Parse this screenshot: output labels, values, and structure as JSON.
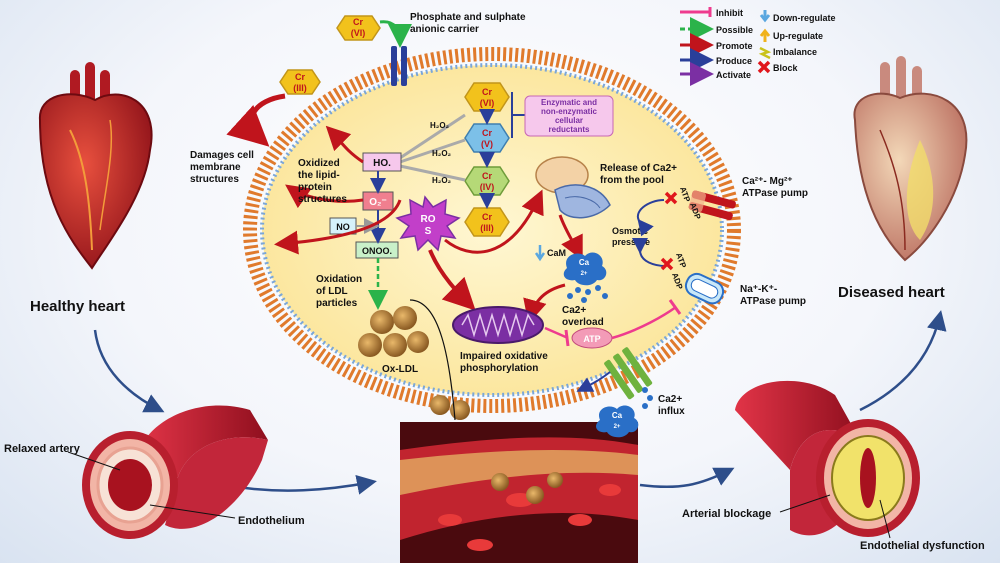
{
  "legend": {
    "inhibit": "Inhibit",
    "possible": "Possible",
    "promote": "Promote",
    "produce": "Produce",
    "activate": "Activate",
    "down_regulate": "Down-regulate",
    "up_regulate": "Up-regulate",
    "imbalance": "Imbalance",
    "block": "Block"
  },
  "labels": {
    "healthy_heart": "Healthy heart",
    "diseased_heart": "Diseased heart",
    "relaxed_artery": "Relaxed artery",
    "endothelium": "Endothelium",
    "arterial_blockage": "Arterial blockage",
    "endothelial_dysfunction": "Endothelial dysfunction",
    "phosphate_carrier": [
      "Phosphate and sulphate",
      "anionic carrier"
    ],
    "damages_membrane": [
      "Damages cell",
      "membrane",
      "structures"
    ],
    "oxidized_lipid": [
      "Oxidized",
      "the lipid-",
      "protein",
      "structures"
    ],
    "oxidation_ldl": [
      "Oxidation",
      "of LDL",
      "particles"
    ],
    "ox_ldl": "Ox-LDL",
    "enzymatic_reductants": [
      "Enzymatic and",
      "non-enzymatic",
      "cellular",
      "reductants"
    ],
    "release_ca": [
      "Release of Ca2+",
      "from the pool"
    ],
    "ca_mg_pump": [
      "Ca²⁺- Mg²⁺",
      "ATPase pump"
    ],
    "na_k_pump": [
      "Na⁺-K⁺-",
      "ATPase pump"
    ],
    "osmotic_pressure": [
      "Osmotic",
      "pressure"
    ],
    "cam": "CaM",
    "ca_overload": [
      "Ca2+",
      "overload"
    ],
    "impaired_ox": [
      "Impaired oxidative",
      "phosphorylation"
    ],
    "atp": "ATP",
    "adp": "ADP",
    "ca_influx": [
      "Ca2+",
      "influx"
    ],
    "ca_ion": "Ca",
    "ca_charge": "2+",
    "ho": "HO.",
    "o2": "O₂⁻",
    "no": "NO",
    "onoo": "ONOO.",
    "ros": [
      "RO",
      "S"
    ],
    "h2o2": "H₂O₂",
    "cr": "Cr",
    "cr_vi": "(VI)",
    "cr_v": "(V)",
    "cr_iv": "(IV)",
    "cr_iii": "(III)"
  },
  "colors": {
    "inhibit": "#ee3b8e",
    "possible": "#2bb34a",
    "promote": "#c0141c",
    "produce": "#2a3f9a",
    "activate": "#7b2fa3",
    "cell_fill": "#fdeeb0",
    "membrane": "#e07a2c",
    "hex_vi": "#f2c21c",
    "hex_v": "#7cc0e8",
    "hex_iv": "#b5d977",
    "artery": "#b81f2e"
  }
}
